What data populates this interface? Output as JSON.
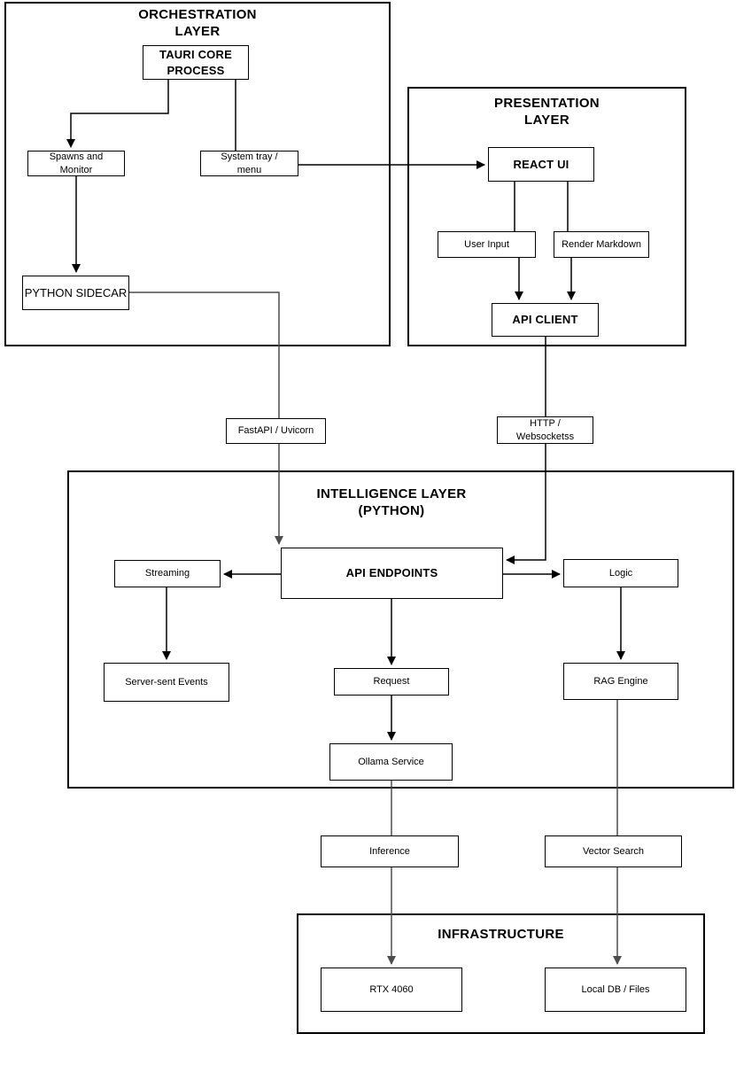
{
  "diagram_title": "Application architecture diagram",
  "colors": {
    "line": "#000000",
    "connector_gray": "#4d4d4d",
    "node_background": "#ffffff",
    "text": "#000000",
    "page_background": "#ffffff"
  },
  "layers": {
    "orchestration": {
      "title": "ORCHESTRATION\nLAYER"
    },
    "presentation": {
      "title": "PRESENTATION\nLAYER"
    },
    "intelligence": {
      "title": "INTELLIGENCE LAYER\n(PYTHON)"
    },
    "infrastructure": {
      "title": "INFRASTRUCTURE"
    }
  },
  "nodes": {
    "tauri_core": "TAURI CORE\nPROCESS",
    "spawns_monitor": "Spawns and\nMonitor",
    "system_tray": "System tray /\nmenu",
    "python_sidecar": "PYTHON SIDECAR",
    "react_ui": "REACT UI",
    "user_input": "User Input",
    "render_markdown": "Render Markdown",
    "api_client": "API CLIENT",
    "fastapi_uvicorn": "FastAPI / Uvicorn",
    "http_websockets": "HTTP /\nWebsocketss",
    "streaming": "Streaming",
    "api_endpoints": "API ENDPOINTS",
    "logic": "Logic",
    "server_sent_events": "Server-sent Events",
    "request": "Request",
    "rag_engine": "RAG Engine",
    "ollama_service": "Ollama Service",
    "inference": "Inference",
    "vector_search": "Vector Search",
    "rtx_4060": "RTX 4060",
    "local_db_files": "Local DB / Files"
  }
}
